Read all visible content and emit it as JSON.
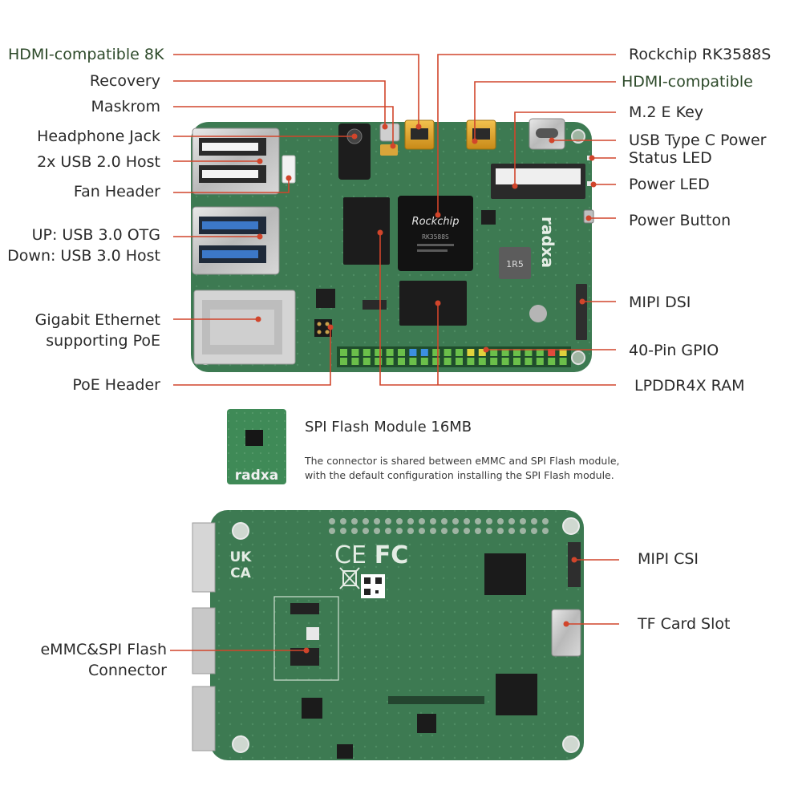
{
  "colors": {
    "pcb": "#3d7a52",
    "leader": "#d1452b",
    "label_text": "#2a2a2a",
    "accent_text": "#2d4a2a"
  },
  "top_board": {
    "silkscreen_brand": "radxa",
    "chip_brand": "Rockchip",
    "chip_marking": "RK3588S",
    "inductor_marking": "1R5",
    "labels_left": {
      "hdmi_8k": "HDMI-compatible 8K",
      "recovery": "Recovery",
      "maskrom": "Maskrom",
      "headphone": "Headphone Jack",
      "usb2": "2x USB 2.0 Host",
      "fan": "Fan Header",
      "usb3_up": "UP: USB 3.0 OTG",
      "usb3_down": "Down: USB 3.0 Host",
      "eth_1": "Gigabit Ethernet",
      "eth_2": "supporting PoE",
      "poe": "PoE Header"
    },
    "labels_right": {
      "soc": "Rockchip RK3588S",
      "hdmi": "HDMI-compatible",
      "m2": "M.2 E Key",
      "usbc": "USB Type C Power",
      "status_led": "Status LED",
      "power_led": "Power LED",
      "power_button": "Power Button",
      "mipi_dsi": "MIPI DSI",
      "gpio": "40-Pin GPIO",
      "ram": "LPDDR4X RAM"
    }
  },
  "spi_module": {
    "title": "SPI Flash Module 16MB",
    "note_line1": "The connector is shared between eMMC and SPI Flash module,",
    "note_line2": "with the default configuration installing the SPI Flash module.",
    "brand": "radxa"
  },
  "bottom_board": {
    "marks": {
      "ukca_1": "UK",
      "ukca_2": "CA",
      "ce": "CE",
      "fc": "FC"
    },
    "labels": {
      "emmc_1": "eMMC&SPI Flash",
      "emmc_2": "Connector",
      "mipi_csi": "MIPI CSI",
      "tf": "TF Card Slot"
    }
  }
}
